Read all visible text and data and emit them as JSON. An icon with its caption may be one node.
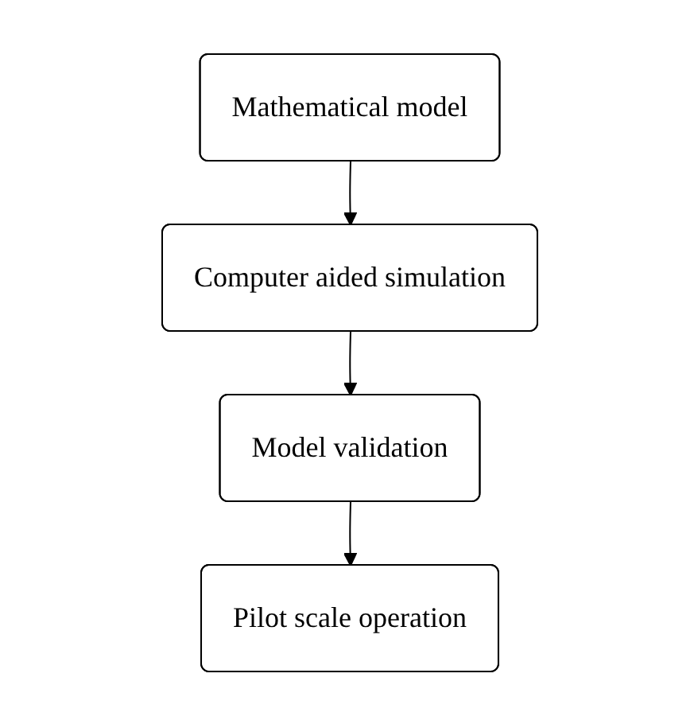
{
  "diagram": {
    "nodes": [
      {
        "text": [
          "Mathematical model"
        ]
      },
      {
        "text": [
          "Computer aided simulation"
        ]
      },
      {
        "text": [
          "Model validation"
        ]
      },
      {
        "text": [
          "Pilot scale operation"
        ]
      }
    ],
    "edges": [
      {
        "from": 0,
        "to": 1,
        "arrow": "to"
      },
      {
        "from": 1,
        "to": 2,
        "arrow": "to"
      },
      {
        "from": 2,
        "to": 3,
        "arrow": "to"
      }
    ]
  }
}
